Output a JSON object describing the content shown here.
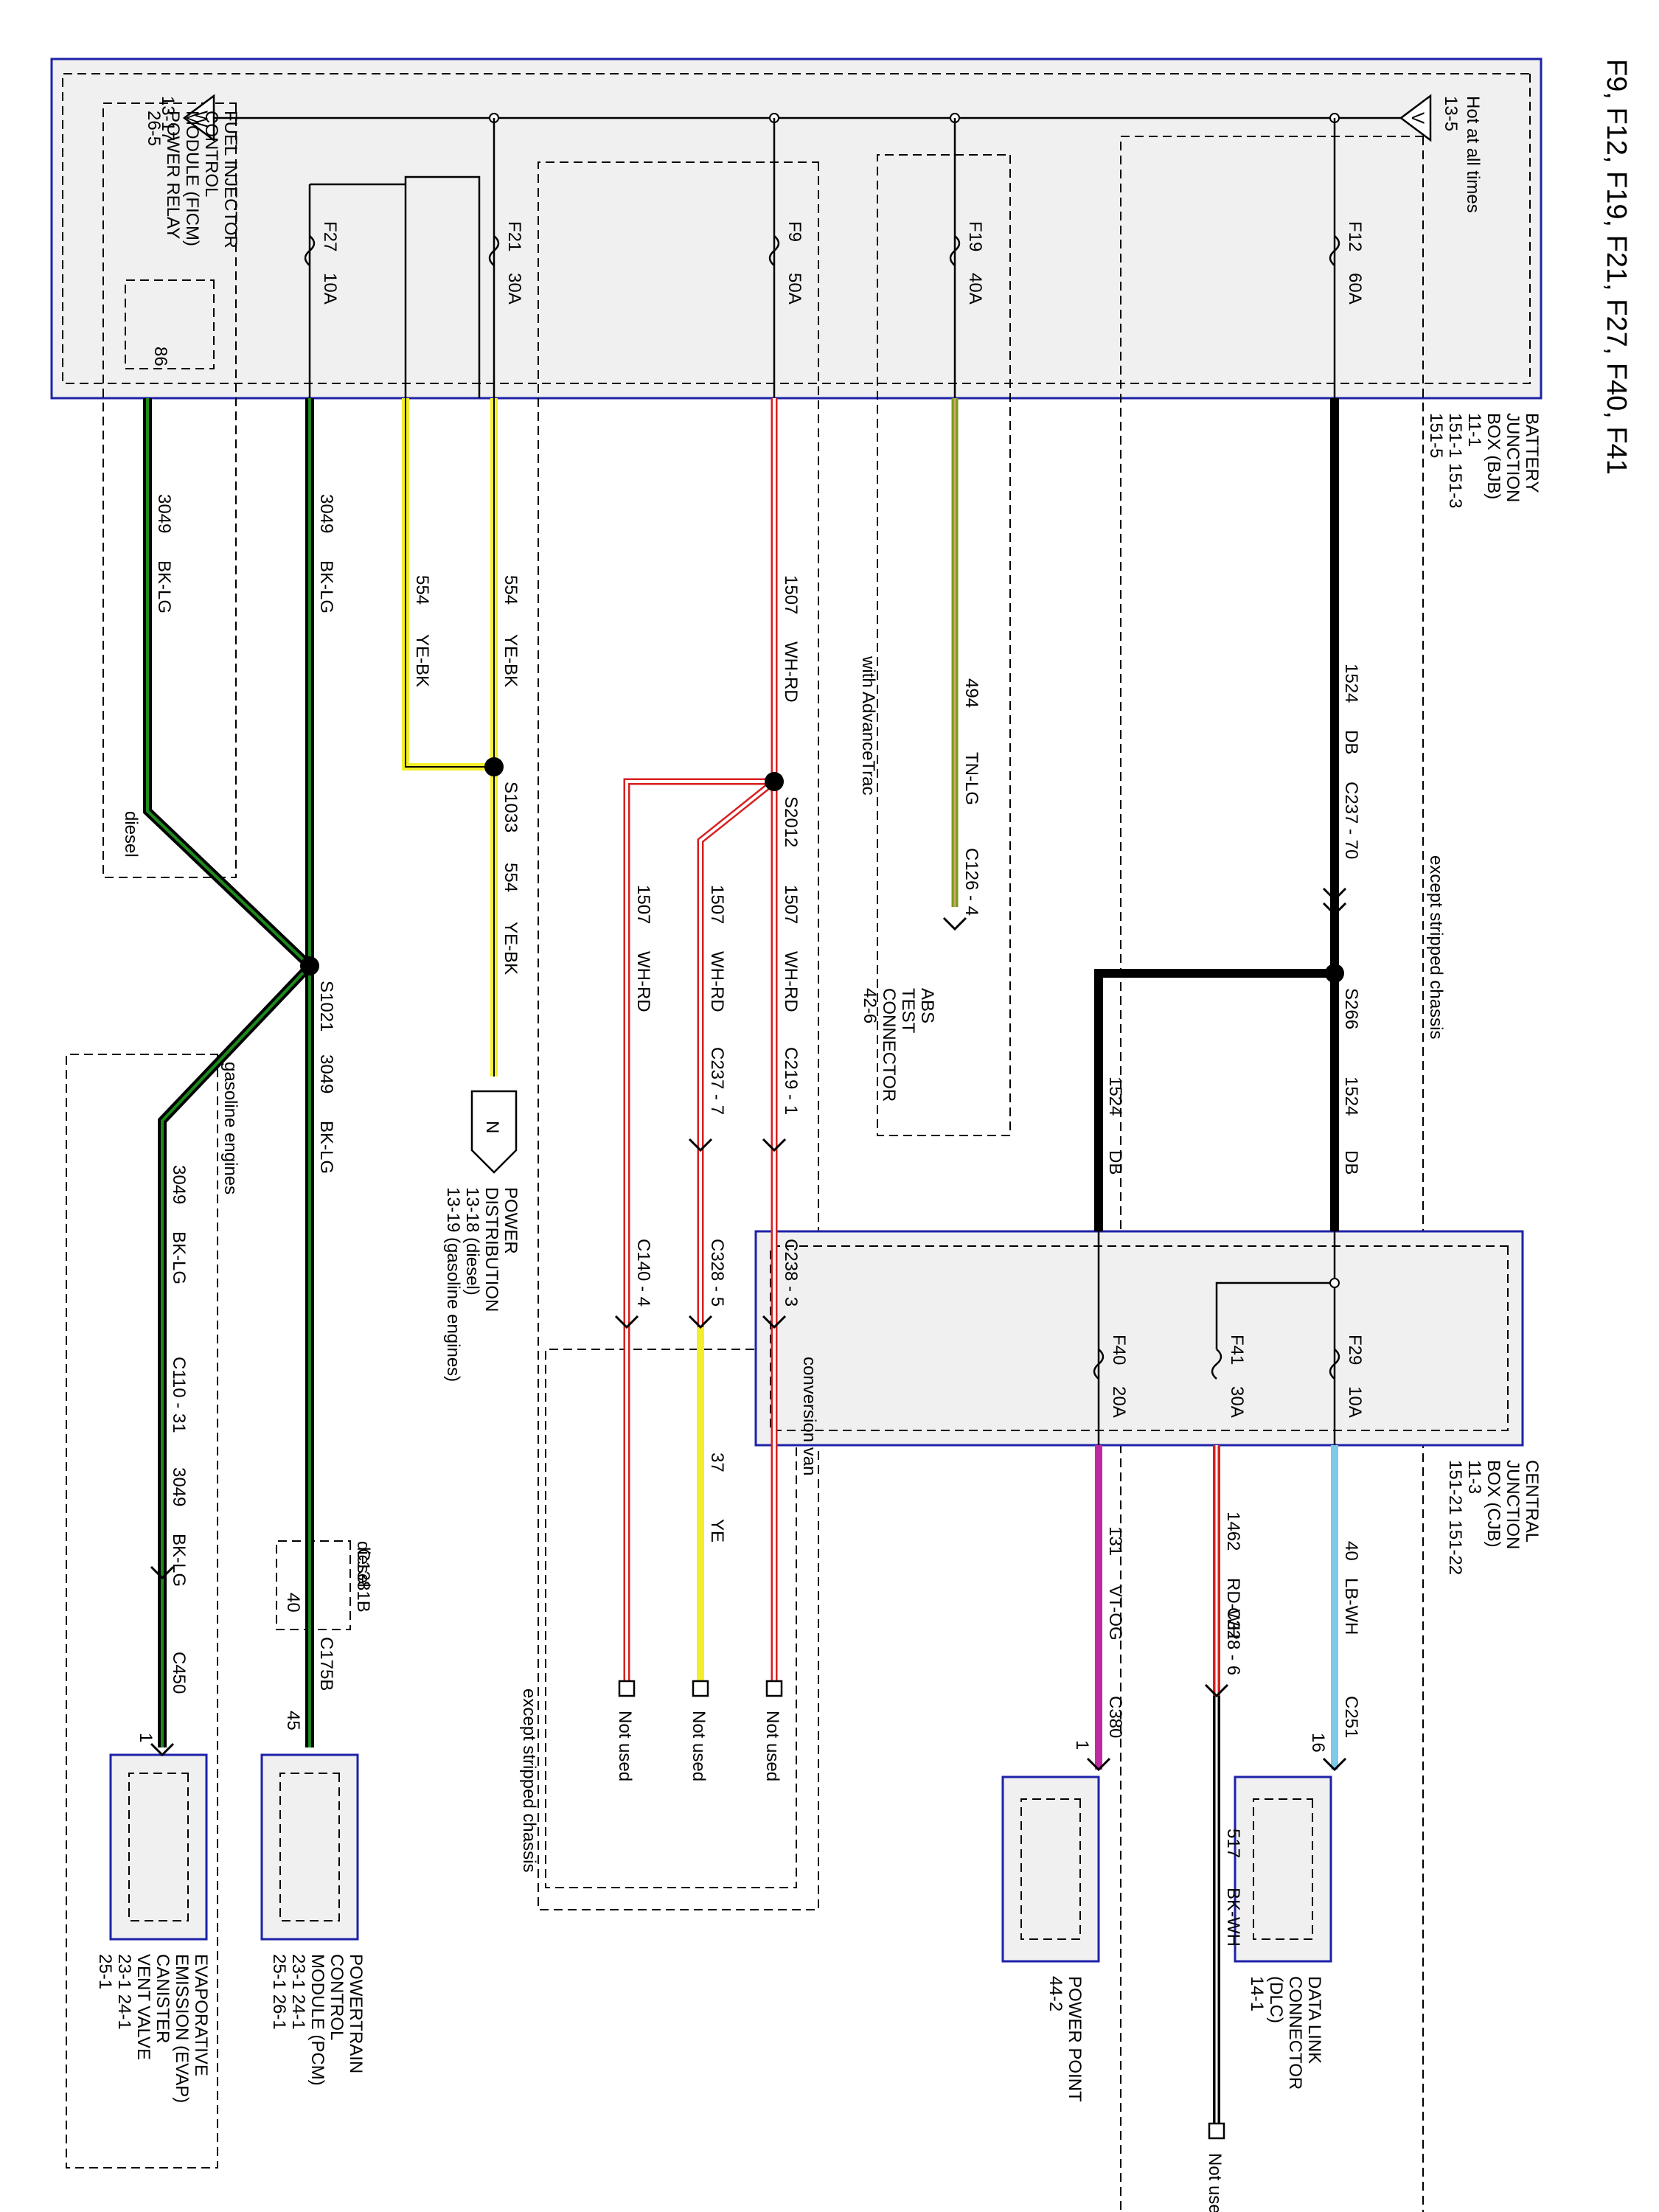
{
  "title": "F9, F12, F19, F21, F27, F40, F41",
  "colors": {
    "box_border": "#1e22a8",
    "box_fill": "#f0f0f0",
    "wire_black": "#000000",
    "wire_green": "#1b8a1b",
    "wire_yellow": "#f2ef2a",
    "wire_red": "#d82020",
    "wire_white": "#ffffff",
    "wire_lightblue": "#7ec8e8",
    "wire_violet": "#c02aa0",
    "wire_olive": "#7a9a1a"
  },
  "hot": {
    "text": "Hot at all times",
    "ref": "13-5",
    "terminal": "V"
  },
  "terminal_w": {
    "ref": "13-17",
    "terminal": "W"
  },
  "bjb": {
    "lines": [
      "BATTERY",
      "JUNCTION",
      "BOX (BJB)",
      "11-1",
      "151-1   151-3",
      "151-5"
    ]
  },
  "ficm": {
    "lines": [
      "FUEL INJECTOR",
      "CONTROL",
      "MODULE (FICM)",
      "POWER RELAY",
      "26-5"
    ],
    "pin": "86"
  },
  "fuses": {
    "f12": {
      "name": "F12",
      "rating": "60A"
    },
    "f19": {
      "name": "F19",
      "rating": "40A"
    },
    "f9": {
      "name": "F9",
      "rating": "50A"
    },
    "f21": {
      "name": "F21",
      "rating": "30A"
    },
    "f27": {
      "name": "F27",
      "rating": "10A"
    },
    "f29": {
      "name": "F29",
      "rating": "10A"
    },
    "f41": {
      "name": "F41",
      "rating": "30A"
    },
    "f40": {
      "name": "F40",
      "rating": "20A"
    }
  },
  "wires": {
    "w1524": {
      "circuit": "1524",
      "color": "DB"
    },
    "w494": {
      "circuit": "494",
      "color": "TN-LG"
    },
    "w1507": {
      "circuit": "1507",
      "color": "WH-RD"
    },
    "w554": {
      "circuit": "554",
      "color": "YE-BK"
    },
    "w554b": {
      "circuit": "554",
      "color": "YE-BK"
    },
    "w3049": {
      "circuit": "3049",
      "color": "BK-LG"
    },
    "w40": {
      "circuit": "40",
      "color": "LB-WH"
    },
    "w1462": {
      "circuit": "1462",
      "color": "RD-WH"
    },
    "w517": {
      "circuit": "517",
      "color": "BK-WH"
    },
    "w131": {
      "circuit": "131",
      "color": "VT-OG"
    },
    "w37": {
      "circuit": "37",
      "color": "YE"
    }
  },
  "splices": {
    "s266": "S266",
    "s2012": "S2012",
    "s1033": "S1033",
    "s1021": "S1021"
  },
  "connectors": {
    "c237_70": "C237 - 70",
    "c126_4": "C126 - 4",
    "c219_1": "C219 - 1",
    "c237_7": "C237 - 7",
    "c238_3": "C238 - 3",
    "c328_5": "C328 - 5",
    "c140_4": "C140 - 4",
    "c328_6": "C328 - 6",
    "c251": "C251",
    "c251_pin": "16",
    "c380": "C380",
    "c380_pin": "1",
    "c110_31": "C110 - 31",
    "c450": "C450",
    "c450_pin": "1",
    "c1381b": "C1381B",
    "c1381b_pin": "40",
    "c175b": "C175B",
    "c175b_pin": "45"
  },
  "conditions": {
    "except_stripped_1": "except stripped chassis",
    "except_stripped_2": "except stripped chassis",
    "with_advancetrac": "with AdvanceTrac",
    "conversion_van": "conversion van",
    "diesel_1": "diesel",
    "diesel_2": "diesel",
    "gasoline": "gasoline engines"
  },
  "abs": {
    "lines": [
      "ABS",
      "TEST",
      "CONNECTOR",
      "42-6"
    ]
  },
  "power_distribution": {
    "terminal": "N",
    "lines": [
      "POWER",
      "DISTRIBUTION",
      "13-18    (diesel)",
      "13-19   (gasoline engines)"
    ]
  },
  "cjb": {
    "lines": [
      "CENTRAL",
      "JUNCTION",
      "BOX (CJB)",
      "11-3",
      "151-21    151-22"
    ]
  },
  "not_used": {
    "a": "Not used",
    "b": "Not used",
    "c": "Not used",
    "d": "Not used"
  },
  "dlc": {
    "lines": [
      "DATA LINK",
      "CONNECTOR",
      "(DLC)",
      "14-1"
    ]
  },
  "power_point": {
    "lines": [
      "POWER POINT",
      "44-2"
    ]
  },
  "pcm": {
    "lines": [
      "POWERTRAIN",
      "CONTROL",
      "MODULE (PCM)",
      "23-1     24-1",
      "25-1     26-1"
    ]
  },
  "evap": {
    "lines": [
      "EVAPORATIVE",
      "EMISSION (EVAP)",
      "CANISTER",
      "VENT VALVE",
      "23-1     24-1",
      "25-1"
    ]
  }
}
